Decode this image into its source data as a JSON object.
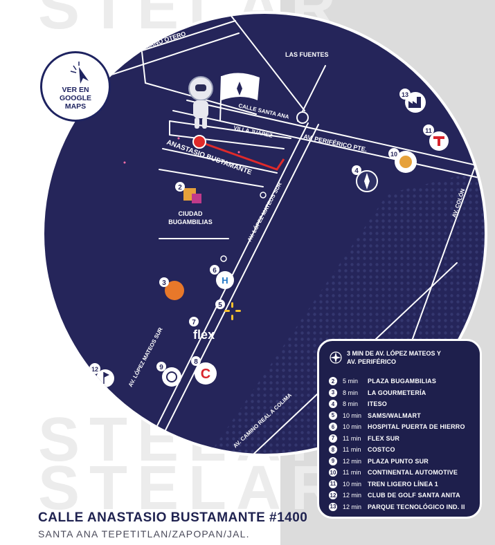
{
  "google_maps_button": {
    "line1": "VER EN",
    "line2": "GOOGLE",
    "line3": "MAPS"
  },
  "watermark": {
    "text": "STELAR"
  },
  "streets": {
    "mariano_otero": "AV. MARIANO OTERO",
    "las_fuentes": "LAS FUENTES",
    "calle_santa_ana": "CALLE SANTA ANA",
    "villa_juarez": "VILLA JUÁREZ",
    "anastasio_bustamante": "ANASTASIO BUSTAMANTE",
    "periferico": "AV. PERIFÉRICO PTE.",
    "lopez_mateos_sur_1": "AV. LÓPEZ MATEOS SUR",
    "lopez_mateos_sur_2": "AV. LÓPEZ MATEOS SUR",
    "colon": "AV. COLÓN",
    "camino_real": "AV. CAMINO REAL A COLIMA"
  },
  "places": {
    "p2_line1": "CIUDAD",
    "p2_line2": "BUGAMBILIAS",
    "flex_logo": "flex",
    "hospital_logo": "H",
    "costco_logo": "C"
  },
  "markers": [
    "2",
    "3",
    "4",
    "5",
    "6",
    "7",
    "8",
    "9",
    "10",
    "11",
    "12",
    "13"
  ],
  "legend": {
    "header_line1": "3 MIN DE AV. LÓPEZ MATEOS Y",
    "header_line2": "AV. PERIFÉRICO",
    "items": [
      {
        "num": "2",
        "time": "5 min",
        "place": "PLAZA BUGAMBILIAS"
      },
      {
        "num": "3",
        "time": "8 min",
        "place": "LA GOURMETERÍA"
      },
      {
        "num": "4",
        "time": "8 min",
        "place": "ITESO"
      },
      {
        "num": "5",
        "time": "10 min",
        "place": "SAMS/WALMART"
      },
      {
        "num": "6",
        "time": "10 min",
        "place": "HOSPITAL PUERTA DE HIERRO"
      },
      {
        "num": "7",
        "time": "11 min",
        "place": "FLEX SUR"
      },
      {
        "num": "8",
        "time": "11 min",
        "place": "COSTCO"
      },
      {
        "num": "9",
        "time": "12 min",
        "place": "PLAZA PUNTO SUR"
      },
      {
        "num": "10",
        "time": "11 min",
        "place": "CONTINENTAL AUTOMOTIVE"
      },
      {
        "num": "11",
        "time": "10 min",
        "place": "TREN LIGERO LÍNEA 1"
      },
      {
        "num": "12",
        "time": "12 min",
        "place": "CLUB DE GOLF SANTA ANITA"
      },
      {
        "num": "13",
        "time": "12 min",
        "place": "PARQUE TECNOLÓGICO IND. II"
      }
    ]
  },
  "address": {
    "line1": "CALLE ANASTASIO BUSTAMANTE #1400",
    "line2": "SANTA ANA TEPETITLAN/ZAPOPAN/JAL."
  },
  "colors": {
    "map_bg": "#25255a",
    "route": "#e02a2a",
    "accent": "#ffffff"
  }
}
